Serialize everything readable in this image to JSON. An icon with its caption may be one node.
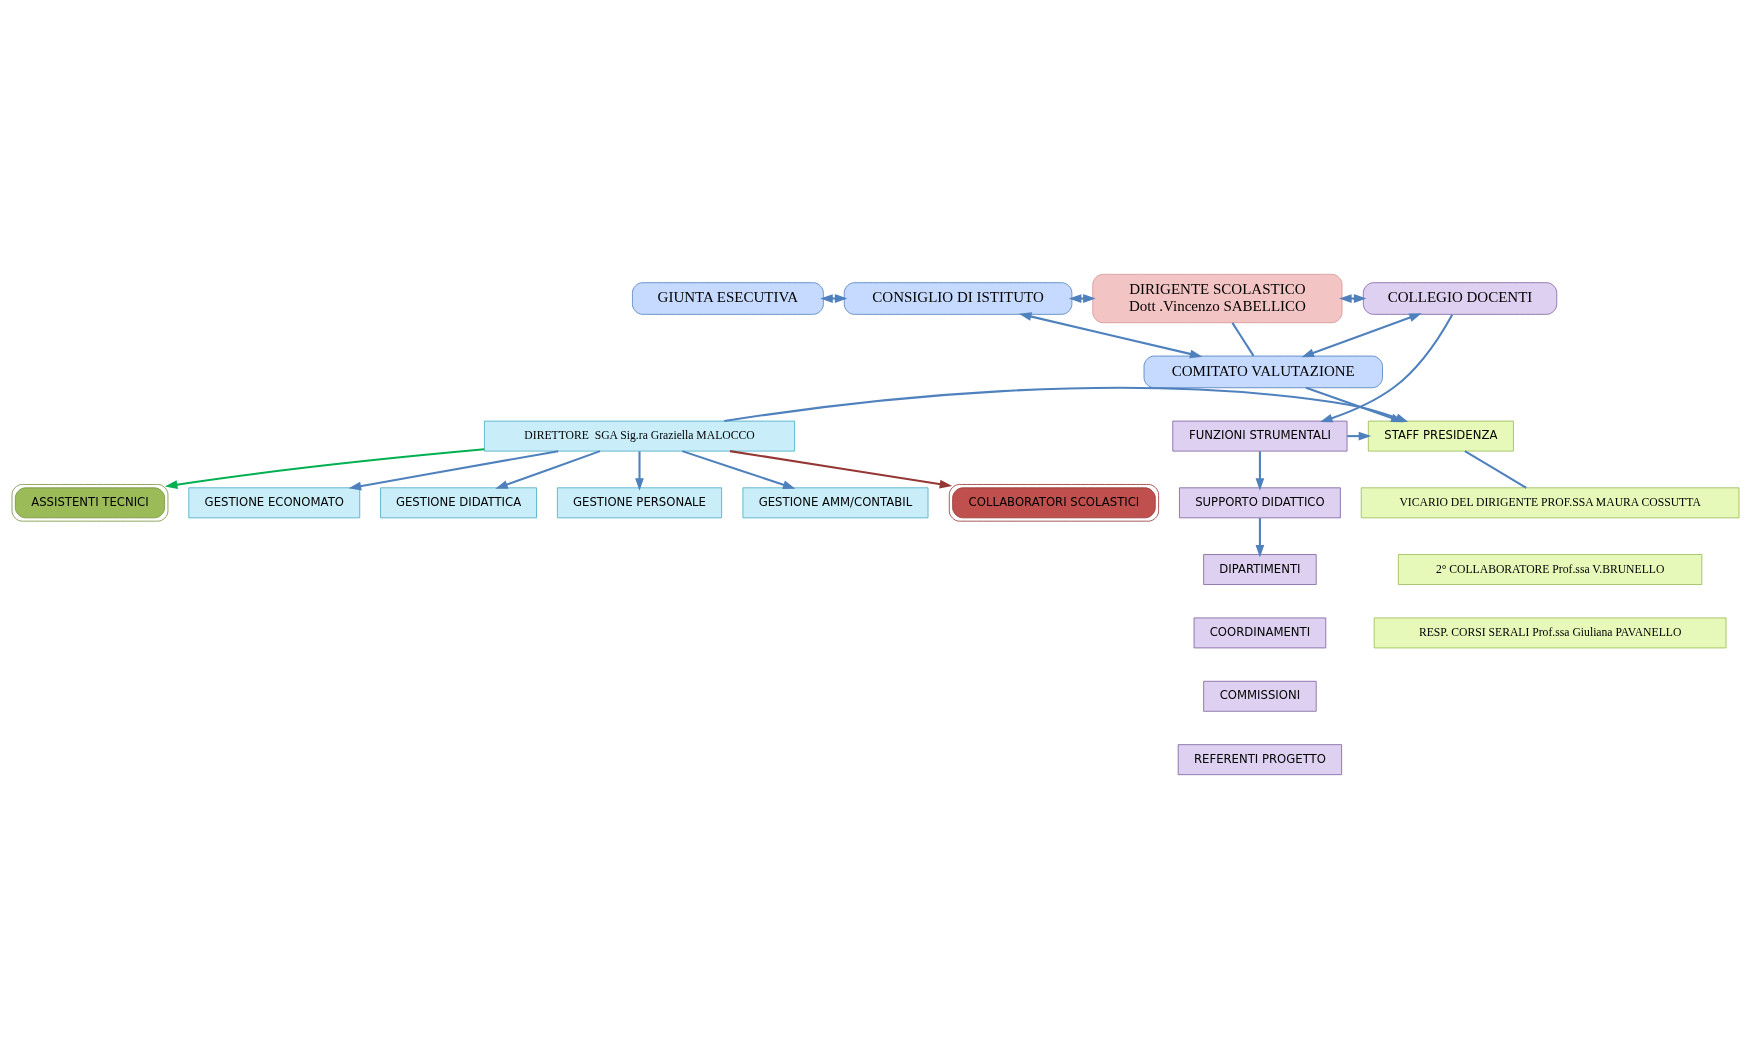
{
  "diagram": {
    "nodes": [
      {
        "text": [
          "CONSIGLIO DI ISTITUTO"
        ]
      },
      {
        "text": [
          "DIRIGENTE SCOLASTICO",
          "Dott .Vincenzo SABELLICO"
        ]
      },
      {
        "text": [
          "COLLEGIO DOCENTI"
        ]
      },
      {
        "text": [
          "GIUNTA ESECUTIVA"
        ]
      },
      {
        "text": [
          "COMITATO VALUTAZIONE"
        ]
      },
      {
        "text": [
          "DIRETTORE  SGA Sig.ra Graziella MALOCCO"
        ]
      },
      {
        "text": [
          "STAFF PRESIDENZA"
        ]
      },
      {
        "text": [
          "FUNZIONI STRUMENTALI"
        ]
      },
      {
        "text": [
          "GESTIONE ECONOMATO"
        ]
      },
      {
        "text": [
          "GESTIONE DIDATTICA"
        ]
      },
      {
        "text": [
          "VICARIO DEL DIRIGENTE PROF.SSA MAURA COSSUTTA"
        ]
      },
      {
        "text": [
          "SUPPORTO DIDATTICO"
        ]
      },
      {
        "text": [
          "GESTIONE PERSONALE"
        ]
      },
      {
        "text": [
          "2° COLLABORATORE Prof.ssa V.BRUNELLO"
        ]
      },
      {
        "text": [
          "GESTIONE AMM/CONTABIL"
        ]
      },
      {
        "text": [
          "RESP. CORSI SERALI Prof.ssa Giuliana PAVANELLO"
        ]
      },
      {
        "text": [
          "DIPARTIMENTI"
        ]
      },
      {
        "text": [
          "COORDINAMENTI"
        ]
      },
      {
        "text": [
          "COMMISSIONI"
        ]
      },
      {
        "text": [
          "REFERENTI PROGETTO"
        ]
      },
      {
        "text": [
          "COLLABORATORI SCOLASTICI"
        ]
      },
      {
        "text": [
          "ASSISTENTI TECNICI"
        ]
      }
    ],
    "edges": [
      {
        "from": 0,
        "to": 1,
        "arrow": "both"
      },
      {
        "from": 1,
        "to": 2,
        "arrow": "both"
      },
      {
        "from": 3,
        "to": 0,
        "arrow": "both"
      },
      {
        "from": 0,
        "to": 4,
        "arrow": "both"
      },
      {
        "from": 1,
        "to": 4,
        "arrow": "none"
      },
      {
        "from": 2,
        "to": 4,
        "arrow": "both"
      },
      {
        "from": 4,
        "to": 6,
        "arrow": "to"
      },
      {
        "from": 5,
        "to": 6,
        "arrow": "to"
      },
      {
        "from": 2,
        "to": 7,
        "arrow": "to"
      },
      {
        "from": 7,
        "to": 6,
        "arrow": "to"
      },
      {
        "from": 6,
        "to": 10,
        "arrow": "none"
      },
      {
        "from": 7,
        "to": 11,
        "arrow": "to"
      },
      {
        "from": 11,
        "to": 16,
        "arrow": "to"
      },
      {
        "from": 5,
        "to": 8,
        "arrow": "to"
      },
      {
        "from": 5,
        "to": 9,
        "arrow": "to"
      },
      {
        "from": 5,
        "to": 12,
        "arrow": "to"
      },
      {
        "from": 5,
        "to": 14,
        "arrow": "to"
      },
      {
        "from": 5,
        "to": 20,
        "arrow": "to",
        "color": "#953735"
      },
      {
        "from": 5,
        "to": 21,
        "arrow": "to",
        "color": "#00b050"
      }
    ]
  }
}
